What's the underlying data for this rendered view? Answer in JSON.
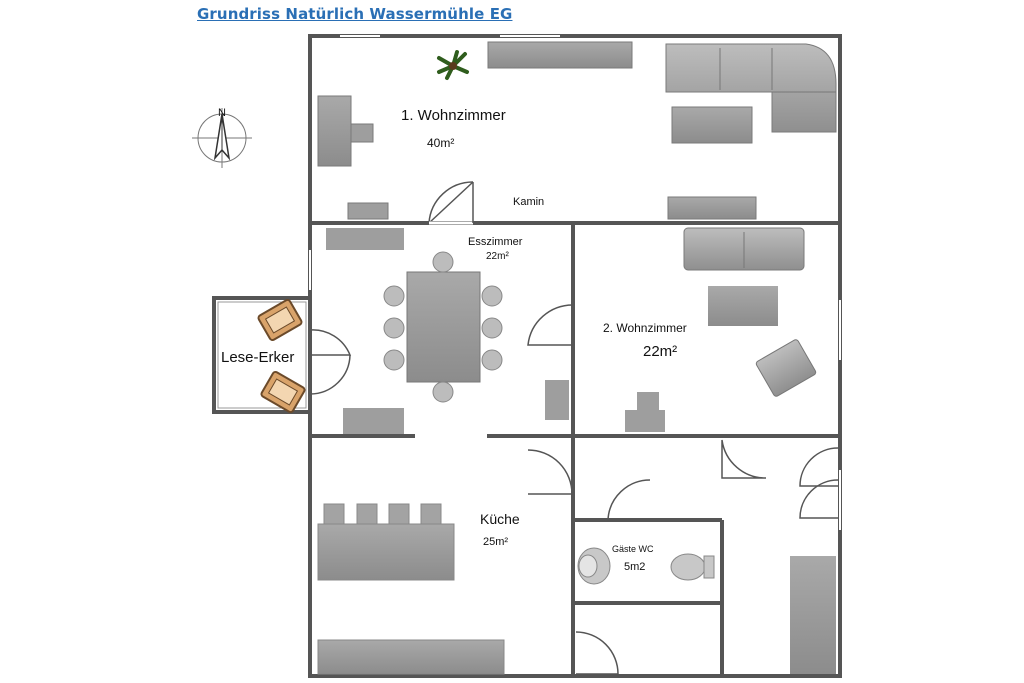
{
  "title": "Grundriss Natürlich Wassermühle EG",
  "compass": {
    "north_label": "N"
  },
  "rooms": {
    "wohnzimmer1": {
      "name": "1. Wohnzimmer",
      "area": "40m²"
    },
    "kamin": {
      "name": "Kamin"
    },
    "esszimmer": {
      "name": "Esszimmer",
      "area": "22m²"
    },
    "wohnzimmer2": {
      "name": "2. Wohnzimmer",
      "area": "22m²"
    },
    "lese_erker": {
      "name": "Lese-Erker"
    },
    "kueche": {
      "name": "Küche",
      "area": "25m²"
    },
    "gaeste_wc": {
      "name": "Gäste WC",
      "area": "5m2"
    }
  },
  "colors": {
    "title": "#2a6fb5",
    "wall": "#555555",
    "furniture": "#9e9e9e"
  }
}
